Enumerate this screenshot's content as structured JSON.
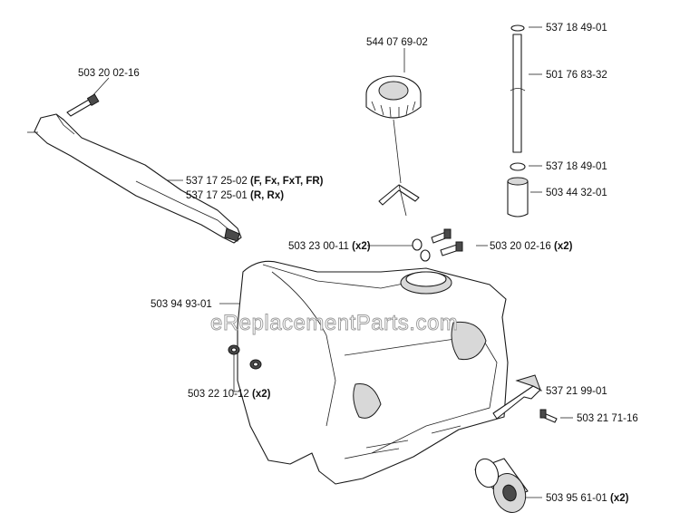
{
  "watermark": "eReplacementParts.com",
  "labels": {
    "bolt_top": "503 20 02-16",
    "cap": "544 07 69-02",
    "oring_top": "537 18 49-01",
    "fuel_tube": "501 76 83-32",
    "oring_bottom": "537 18 49-01",
    "filter": "503 44 32-01",
    "guard_a_part": "537 17 25-02",
    "guard_a_models": "(F, Fx, FxT, FR)",
    "guard_b_part": "537 17 25-01",
    "guard_b_models": "(R, Rx)",
    "washer_pair": "503 23 00-11",
    "washer_pair_qty": "(x2)",
    "bolt_pair": "503 20 02-16",
    "bolt_pair_qty": "(x2)",
    "tank_housing": "503 94 93-01",
    "nut_pair": "503 22 10-12",
    "nut_pair_qty": "(x2)",
    "clip": "537 21 99-01",
    "screw": "503 21 71-16",
    "damper": "503 95 61-01",
    "damper_qty": "(x2)"
  }
}
